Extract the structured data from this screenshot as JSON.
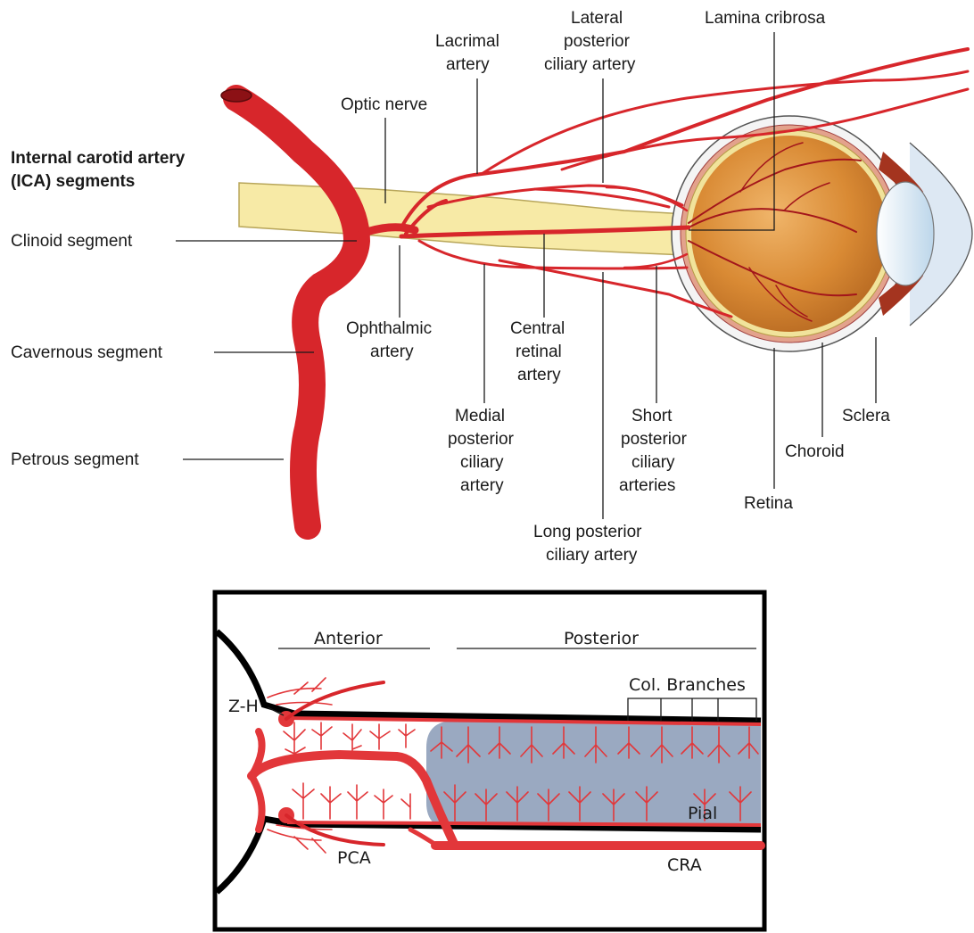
{
  "top_figure": {
    "heading_line1": "Internal carotid artery",
    "heading_line2": "(ICA) segments",
    "labels": {
      "clinoid": "Clinoid segment",
      "cavernous": "Cavernous segment",
      "petrous": "Petrous segment",
      "optic_nerve": "Optic nerve",
      "ophthalmic": [
        "Ophthalmic",
        "artery"
      ],
      "lacrimal": [
        "Lacrimal",
        "artery"
      ],
      "lateral_pca": [
        "Lateral",
        "posterior",
        "ciliary artery"
      ],
      "lamina": "Lamina cribrosa",
      "central_retinal": [
        "Central",
        "retinal",
        "artery"
      ],
      "medial_pca": [
        "Medial",
        "posterior",
        "ciliary",
        "artery"
      ],
      "short_pca": [
        "Short",
        "posterior",
        "ciliary",
        "arteries"
      ],
      "long_pca": [
        "Long posterior",
        "ciliary artery"
      ],
      "retina": "Retina",
      "choroid": "Choroid",
      "sclera": "Sclera"
    },
    "colors": {
      "artery": "#d7262b",
      "nerve": "#f7eaa6",
      "globe": "#d9852f",
      "lens": "#d6e6f2"
    }
  },
  "bottom_figure": {
    "labels": {
      "anterior": "Anterior",
      "posterior": "Posterior",
      "col_branches": "Col. Branches",
      "zh": "Z-H",
      "pial": "Pial",
      "pca": "PCA",
      "cra": "CRA"
    },
    "colors": {
      "vessel": "#e2373a",
      "posterior_fill": "#9aa9c1",
      "outline": "#000000"
    }
  }
}
